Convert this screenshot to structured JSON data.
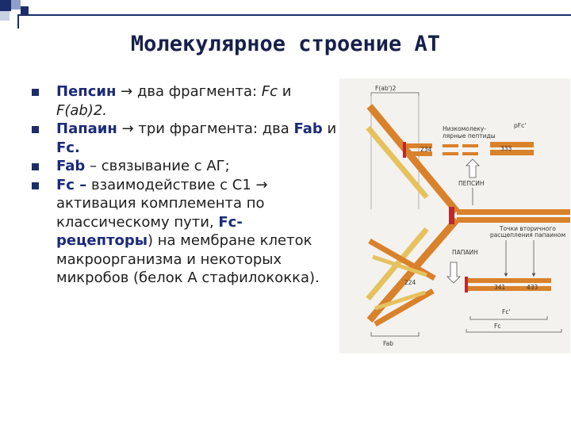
{
  "title": "Молекулярное строение АТ",
  "bullets": [
    {
      "parts": [
        {
          "t": "Пепсин",
          "c": "kw"
        },
        {
          "t": " → два фрагмента: "
        },
        {
          "t": "Fc",
          "c": "it"
        },
        {
          "t": " и "
        },
        {
          "t": "F(ab)2.",
          "c": "it"
        }
      ]
    },
    {
      "parts": [
        {
          "t": "Папаин",
          "c": "kw"
        },
        {
          "t": " → три фрагмента: два "
        },
        {
          "t": "Fab",
          "c": "kw"
        },
        {
          "t": " и "
        },
        {
          "t": "Fc.",
          "c": "kw"
        }
      ]
    },
    {
      "parts": [
        {
          "t": "Fab",
          "c": "kw"
        },
        {
          "t": " – связывание с АГ;"
        }
      ]
    },
    {
      "parts": [
        {
          "t": "Fc –",
          "c": "kw"
        },
        {
          "t": " взаимодействие с С1 → активация комплемента по классическому пути, "
        },
        {
          "t": "Fc-рецепторы",
          "c": "kw"
        },
        {
          "t": ") на мембране клеток макроорганизма и некоторых микробов (белок А стафилококка)."
        }
      ]
    }
  ],
  "figure": {
    "labels": {
      "fab2": "F(ab')2",
      "low_mol_peptides_1": "Низкомолеку-",
      "low_mol_peptides_2": "лярные пептиды",
      "pfc": "pFc'",
      "n234": "234",
      "n333": "333",
      "pepsin": "ПЕПСИН",
      "papain": "ПАПАИН",
      "secondary_1": "Точки вторичного",
      "secondary_2": "расщепления папаином",
      "n224": "224",
      "n341": "341",
      "n433": "433",
      "fc": "Fc",
      "fc_prime": "Fc'",
      "fab": "Fab"
    }
  }
}
